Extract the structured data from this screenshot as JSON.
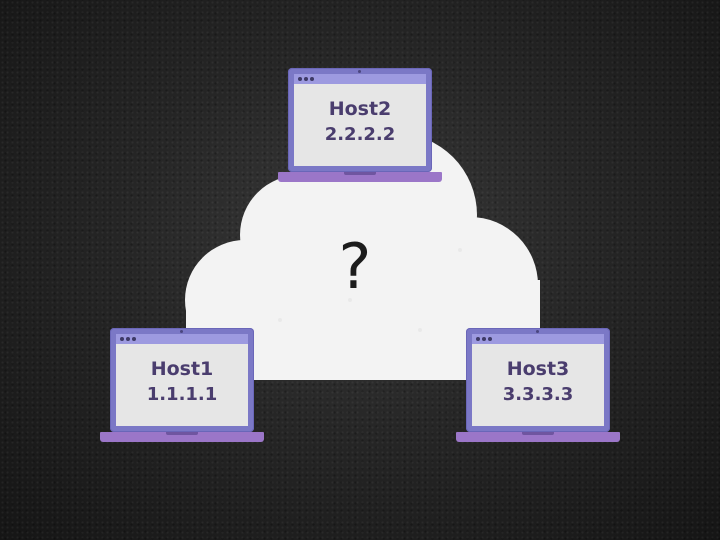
{
  "cloud": {
    "label": "?"
  },
  "hosts": [
    {
      "name": "Host2",
      "ip": "2.2.2.2"
    },
    {
      "name": "Host1",
      "ip": "1.1.1.1"
    },
    {
      "name": "Host3",
      "ip": "3.3.3.3"
    }
  ],
  "colors": {
    "background": "#262626",
    "cloud": "#f3f3f3",
    "laptop_frame": "#7b78c6",
    "laptop_base": "#9b76c8",
    "screen": "#e6e6e6",
    "text": "#4a3d6e"
  }
}
